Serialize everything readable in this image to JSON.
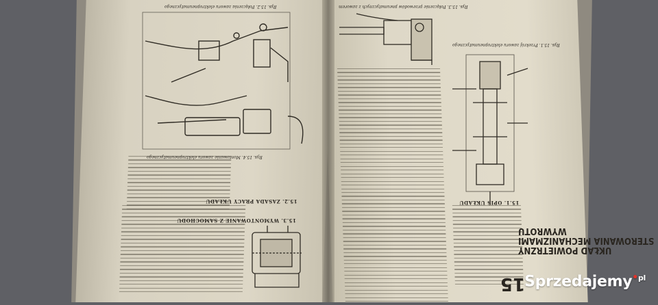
{
  "chapter": {
    "number": "15",
    "title_lines": [
      "UKŁAD POWIETRZNY",
      "STEROWANIA MECHANIZMAMI",
      "WYWROTU"
    ]
  },
  "headings": {
    "opis_ukladu": "15.1. OPIS UKŁADU",
    "zasada_pracy": "15.2. ZASADA PRACY UKŁADU",
    "wymontowanie": "15.3. WYMONTOWANIE Z SAMOCHODU"
  },
  "captions": {
    "rys_15_1": "Rys. 15.1. Przekrój zaworu elektropneumatycznego",
    "rys_15_2": "Rys. 15.2. Połączenia zaworu elektropneumatycznego",
    "rys_15_3": "Rys. 15.3. Połączenie przewodów pneumatycznych z zaworem",
    "rys_15_4": "Rys. 15.4. Montowanie zaworu elektropneumatycznego"
  },
  "watermark": {
    "brand": "Sprzedajemy",
    "tld": "pl"
  },
  "colors": {
    "paper": "#ddd7c6",
    "ink": "#2a2620",
    "background": "#5f6065",
    "watermark_dot": "#e5332a"
  }
}
